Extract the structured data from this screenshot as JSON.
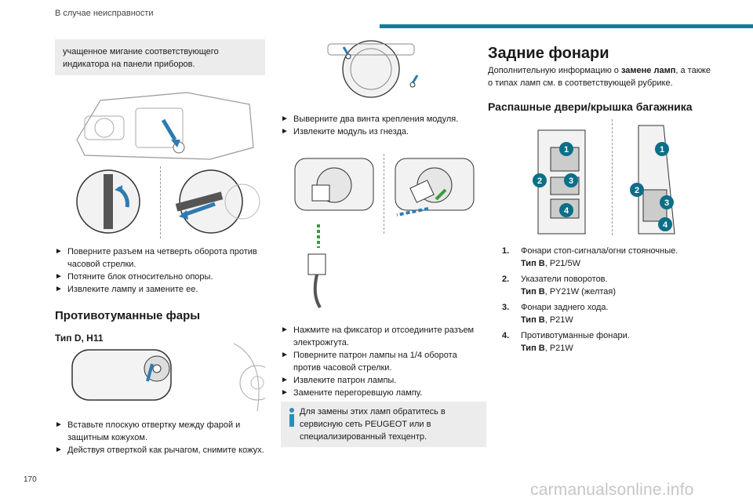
{
  "header": {
    "title": "В случае неисправности",
    "accent": "#0b7f96"
  },
  "page_number": "170",
  "watermark": "carmanualsonline.info",
  "col1": {
    "note": "учащенное мигание соответствующего индикатора на панели приборов.",
    "steps_a": [
      "Поверните разъем на четверть оборота против часовой стрелки.",
      "Потяните блок относительно опоры.",
      "Извлеките лампу и замените ее."
    ],
    "fog_heading": "Противотуманные фары",
    "type_heading": "Тип D, H11",
    "steps_b": [
      "Вставьте плоскую отвертку между фарой и защитным кожухом.",
      "Действуя отверткой как рычагом, снимите кожух."
    ]
  },
  "col2": {
    "steps_a": [
      "Выверните два винта крепления модуля.",
      "Извлеките модуль из гнезда."
    ],
    "steps_b": [
      "Нажмите на фиксатор и отсоедините разъем электрожгута.",
      "Поверните патрон лампы на 1/4 оборота против часовой стрелки.",
      "Извлеките патрон лампы.",
      "Замените перегоревшую лампу."
    ],
    "info": "Для замены этих ламп обратитесь в сервисную сеть PEUGEOT или в специализированный техцентр."
  },
  "col3": {
    "title": "Задние фонари",
    "intro_before": "Дополнительную информацию о ",
    "intro_bold": "замене ламп",
    "intro_after": ", а также о типах ламп см. в соответствующей рубрике.",
    "subheading": "Распашные двери/крышка багажника",
    "items": [
      {
        "num": "1.",
        "label": "Фонари стоп-сигнала/огни стояночные.",
        "type_label": "Тип B",
        "value": ", P21/5W"
      },
      {
        "num": "2.",
        "label": "Указатели поворотов.",
        "type_label": "Тип B",
        "value": ", PY21W (желтая)"
      },
      {
        "num": "3.",
        "label": "Фонари заднего хода.",
        "type_label": "Тип B",
        "value": ", P21W"
      },
      {
        "num": "4.",
        "label": "Противотуманные фонари.",
        "type_label": "Тип B",
        "value": ", P21W"
      }
    ]
  },
  "callout_labels": [
    "1",
    "2",
    "3",
    "4"
  ],
  "arrow_glyph": "►",
  "colors": {
    "callout": "#0b6f87",
    "info_icon": "#2a8fb8",
    "arrow": "#2e7bb0",
    "green_arrow": "#3a9a3a"
  }
}
